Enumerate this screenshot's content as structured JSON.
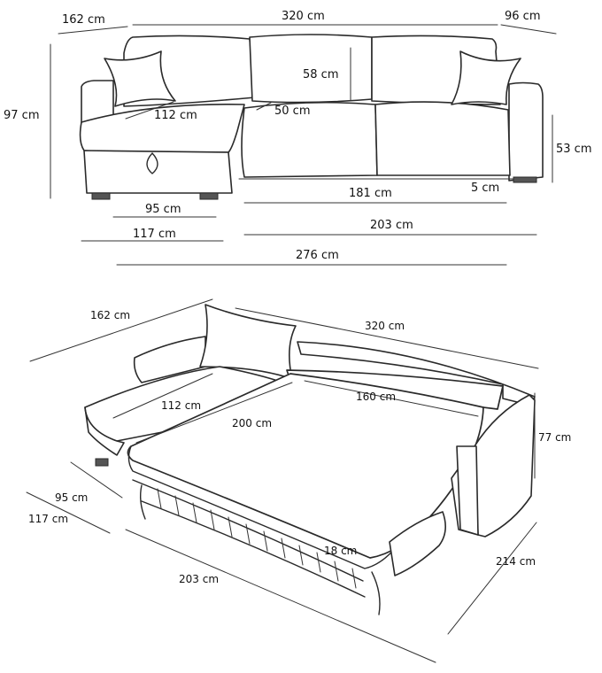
{
  "front_view": {
    "chaise_depth": "162 cm",
    "total_width": "320 cm",
    "armrest_depth": "96 cm",
    "total_height": "97 cm",
    "backrest_height": "58 cm",
    "chaise_seat_depth": "112 cm",
    "seat_depth": "50 cm",
    "seat_height": "53 cm",
    "inner_seat_width": "181 cm",
    "leg_height": "5 cm",
    "chaise_inner_width": "95 cm",
    "chaise_width": "117 cm",
    "sofa_length": "203 cm",
    "total_length": "276 cm"
  },
  "bed_view": {
    "chaise_depth": "162 cm",
    "total_width": "320 cm",
    "chaise_seat_depth": "112 cm",
    "mattress_width": "160 cm",
    "mattress_length": "200 cm",
    "height": "77 cm",
    "chaise_inner_width": "95 cm",
    "chaise_width": "117 cm",
    "mattress_thickness": "18 cm",
    "sofa_length": "203 cm",
    "open_depth": "214 cm"
  }
}
